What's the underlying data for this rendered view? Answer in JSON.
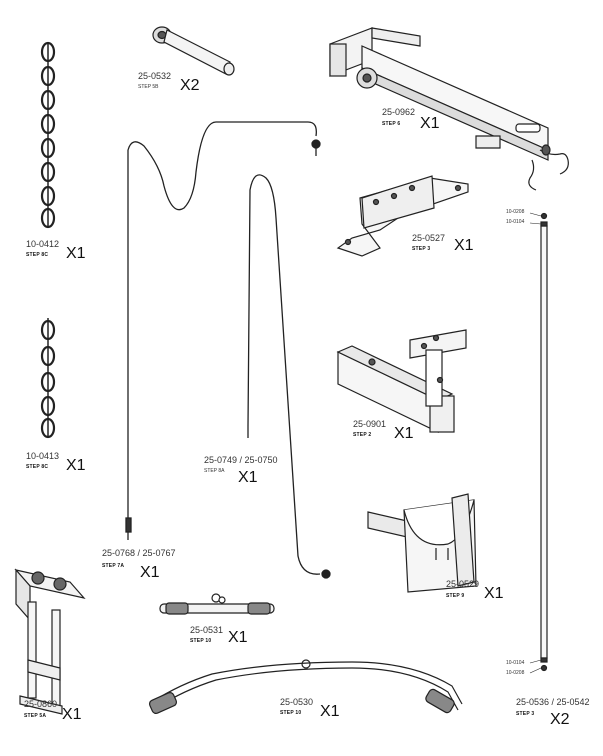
{
  "parts": [
    {
      "id": "chain-large",
      "part_no": "10-0412",
      "step": "STEP 8C",
      "qty": "X1"
    },
    {
      "id": "chain-small",
      "part_no": "10-0413",
      "step": "STEP 8C",
      "qty": "X1"
    },
    {
      "id": "pin",
      "part_no": "25-0532",
      "step": "STEP 5B",
      "qty": "X2"
    },
    {
      "id": "top-bracket",
      "part_no": "25-0962",
      "step": "STEP 6",
      "qty": "X1"
    },
    {
      "id": "cable-a",
      "part_no": "25-0749 / 25-0750",
      "step": "STEP 8A",
      "qty": "X1"
    },
    {
      "id": "cable-b",
      "part_no": "25-0768 / 25-0767",
      "step": "STEP 7A",
      "qty": "X1"
    },
    {
      "id": "mount-plate",
      "part_no": "25-0527",
      "step": "STEP 3",
      "qty": "X1"
    },
    {
      "id": "arm-bracket",
      "part_no": "25-0901",
      "step": "STEP 2",
      "qty": "X1"
    },
    {
      "id": "holder",
      "part_no": "25-0529",
      "step": "STEP 9",
      "qty": "X1"
    },
    {
      "id": "straight-bar",
      "part_no": "25-0531",
      "step": "STEP 10",
      "qty": "X1"
    },
    {
      "id": "curved-bar",
      "part_no": "25-0530",
      "step": "STEP 10",
      "qty": "X1"
    },
    {
      "id": "carriage",
      "part_no": "25-0860",
      "step": "STEP 5A",
      "qty": "X1"
    },
    {
      "id": "guide-rod",
      "part_no": "25-0536 / 25-0542",
      "step": "STEP 3",
      "qty": "X2"
    }
  ],
  "hardware": {
    "top_a": "10-0208",
    "top_b": "10-0104",
    "bottom_a": "10-0104",
    "bottom_b": "10-0208"
  }
}
